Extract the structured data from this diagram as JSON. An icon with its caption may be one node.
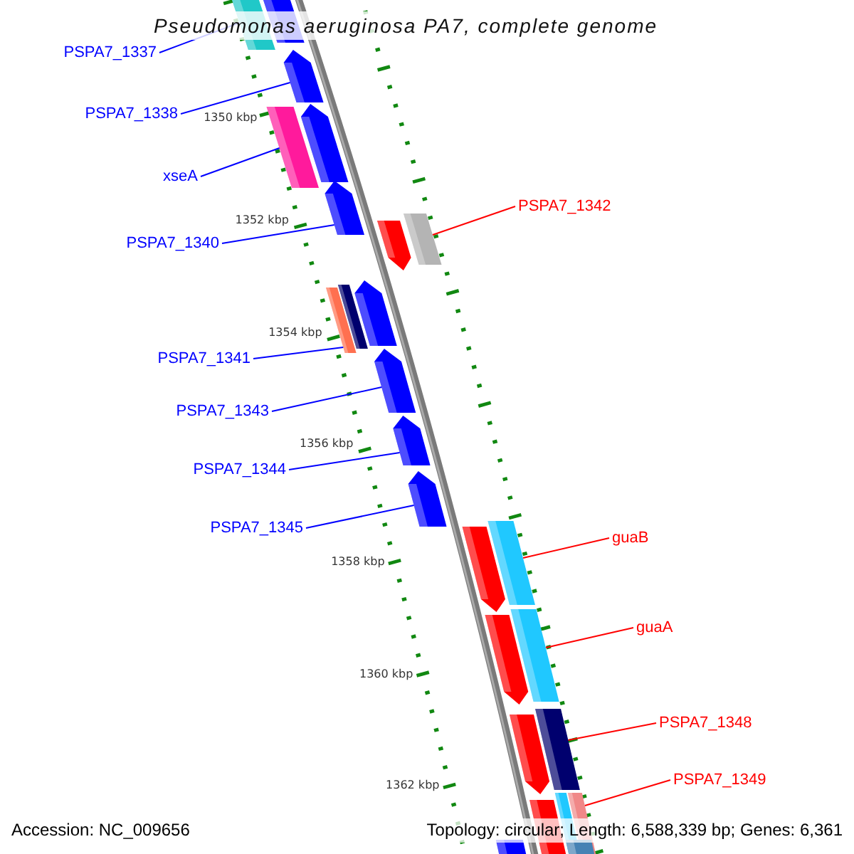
{
  "diagram": {
    "title": "Pseudomonas aeruginosa PA7, complete genome",
    "nodes": [
      {
        "text": [
          "PSPA7_1337"
        ]
      },
      {
        "text": [
          "PSPA7_1338"
        ]
      },
      {
        "text": [
          "xseA"
        ]
      },
      {
        "text": [
          "PSPA7_1342"
        ]
      },
      {
        "text": [
          "PSPA7_1340"
        ]
      },
      {
        "text": [
          "PSPA7_1341"
        ]
      },
      {
        "text": [
          "PSPA7_1343"
        ]
      },
      {
        "text": [
          "PSPA7_1344"
        ]
      },
      {
        "text": [
          "PSPA7_1345"
        ]
      },
      {
        "text": [
          "guaB"
        ]
      },
      {
        "text": [
          "guaA"
        ]
      },
      {
        "text": [
          "PSPA7_1348"
        ]
      },
      {
        "text": [
          "PSPA7_1349"
        ]
      },
      {
        "text": [],
        "shape": "bar"
      },
      {
        "text": [],
        "shape": "bar"
      },
      {
        "text": [],
        "shape": "bar"
      },
      {
        "text": [],
        "shape": "bar"
      },
      {
        "text": [],
        "shape": "bar"
      },
      {
        "text": [],
        "shape": "bar"
      },
      {
        "text": [],
        "shape": "bar"
      },
      {
        "text": [],
        "shape": "bar"
      },
      {
        "text": [],
        "shape": "bar"
      },
      {
        "text": [],
        "shape": "bar"
      },
      {
        "text": [],
        "shape": "bar"
      },
      {
        "text": [],
        "shape": "bar"
      },
      {
        "text": [],
        "shape": "bar"
      },
      {
        "text": [],
        "shape": "bar"
      },
      {
        "text": [],
        "shape": "bar"
      },
      {
        "text": [],
        "shape": "bar"
      },
      {
        "text": [],
        "shape": "bar"
      },
      {
        "text": [],
        "shape": "bar"
      },
      {
        "text": [],
        "shape": "bar"
      },
      {
        "text": [],
        "shape": "bar"
      },
      {
        "text": [],
        "shape": "bar"
      },
      {
        "text": [],
        "shape": "bar"
      },
      {
        "text": [],
        "shape": "bar"
      },
      {
        "text": [],
        "shape": "bar"
      },
      {
        "text": [],
        "shape": "bar"
      }
    ],
    "edges": [
      {
        "from": 0,
        "to": 14,
        "arrow": "none"
      },
      {
        "from": 1,
        "to": 15,
        "arrow": "none"
      },
      {
        "from": 2,
        "to": 16,
        "arrow": "none"
      },
      {
        "from": 3,
        "to": 19,
        "arrow": "none",
        "color": "#ff0000"
      },
      {
        "from": 4,
        "to": 18,
        "arrow": "none"
      },
      {
        "from": 5,
        "to": 21,
        "arrow": "none"
      },
      {
        "from": 6,
        "to": 24,
        "arrow": "none"
      },
      {
        "from": 7,
        "to": 25,
        "arrow": "none"
      },
      {
        "from": 8,
        "to": 26,
        "arrow": "none"
      },
      {
        "from": 9,
        "to": 27,
        "arrow": "none",
        "color": "#ff0000"
      },
      {
        "from": 10,
        "to": 29,
        "arrow": "none",
        "color": "#ff0000"
      },
      {
        "from": 11,
        "to": 31,
        "arrow": "none",
        "color": "#ff0000"
      },
      {
        "from": 12,
        "to": 34,
        "arrow": "none",
        "color": "#ff0000"
      }
    ],
    "labels": [
      "1350 kbp",
      "1352 kbp",
      "1354 kbp",
      "1356 kbp",
      "1358 kbp",
      "1360 kbp",
      "1362 kbp",
      "Accession: NC_009656",
      "Topology: circular; Length: 6,588,339 bp; Genes: 6,361"
    ]
  }
}
